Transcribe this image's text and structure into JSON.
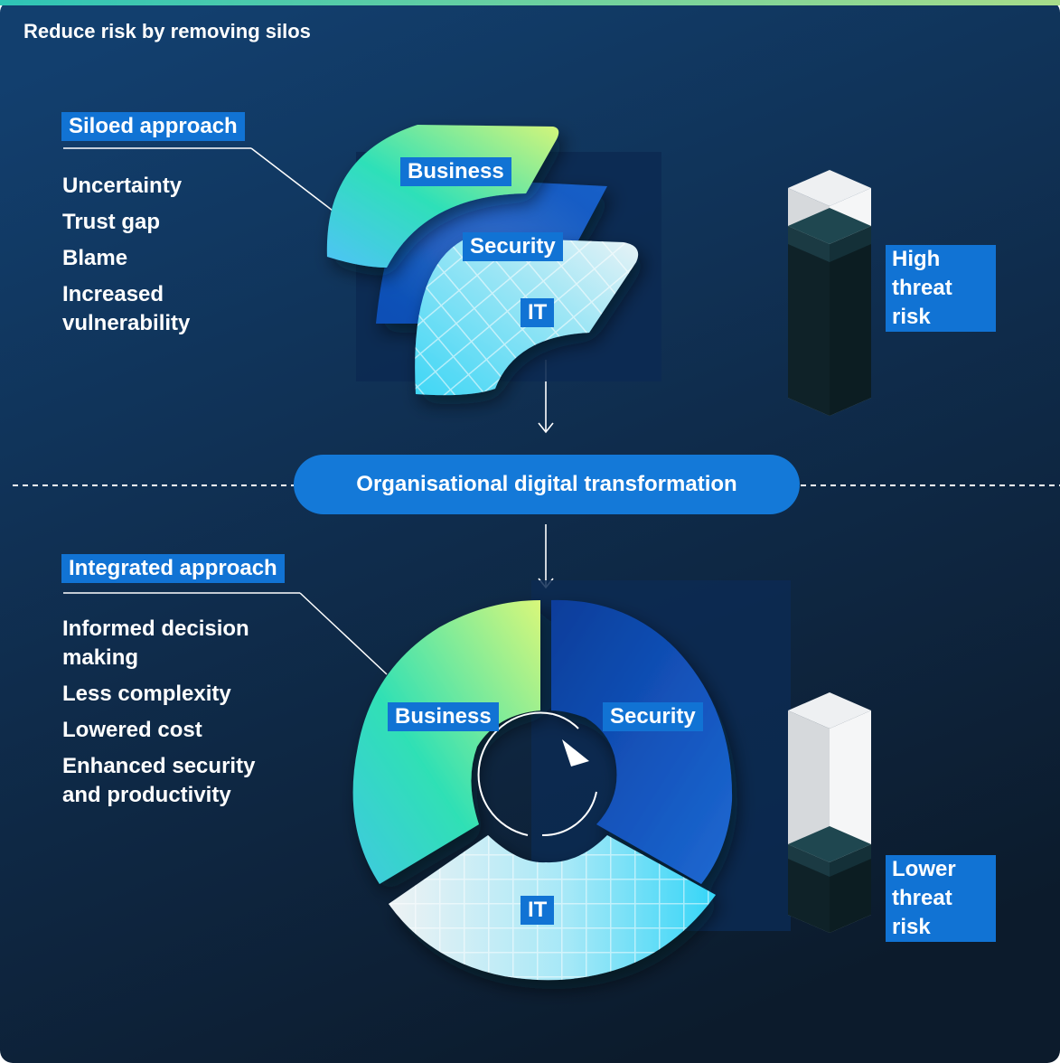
{
  "title": "Reduce risk by removing silos",
  "siloed": {
    "label": "Siloed approach",
    "items": [
      "Uncertainty",
      "Trust gap",
      "Blame",
      "Increased\nvulnerability"
    ],
    "pieces": {
      "business": "Business",
      "security": "Security",
      "it": "IT"
    },
    "risk": "High\nthreat risk",
    "risk_level": 0.75
  },
  "transformation": "Organisational digital transformation",
  "integrated": {
    "label": "Integrated approach",
    "items": [
      "Informed decision\nmaking",
      "Less complexity",
      "Lowered cost",
      "Enhanced security\nand productivity"
    ],
    "pieces": {
      "business": "Business",
      "security": "Security",
      "it": "IT"
    },
    "risk": "Lower\nthreat risk",
    "risk_level": 0.35
  },
  "colors": {
    "bg_top": "#123f6e",
    "bg_bottom": "#0d1d2f",
    "accent": "#1173d4",
    "top_bar": "#5cc0b3"
  }
}
